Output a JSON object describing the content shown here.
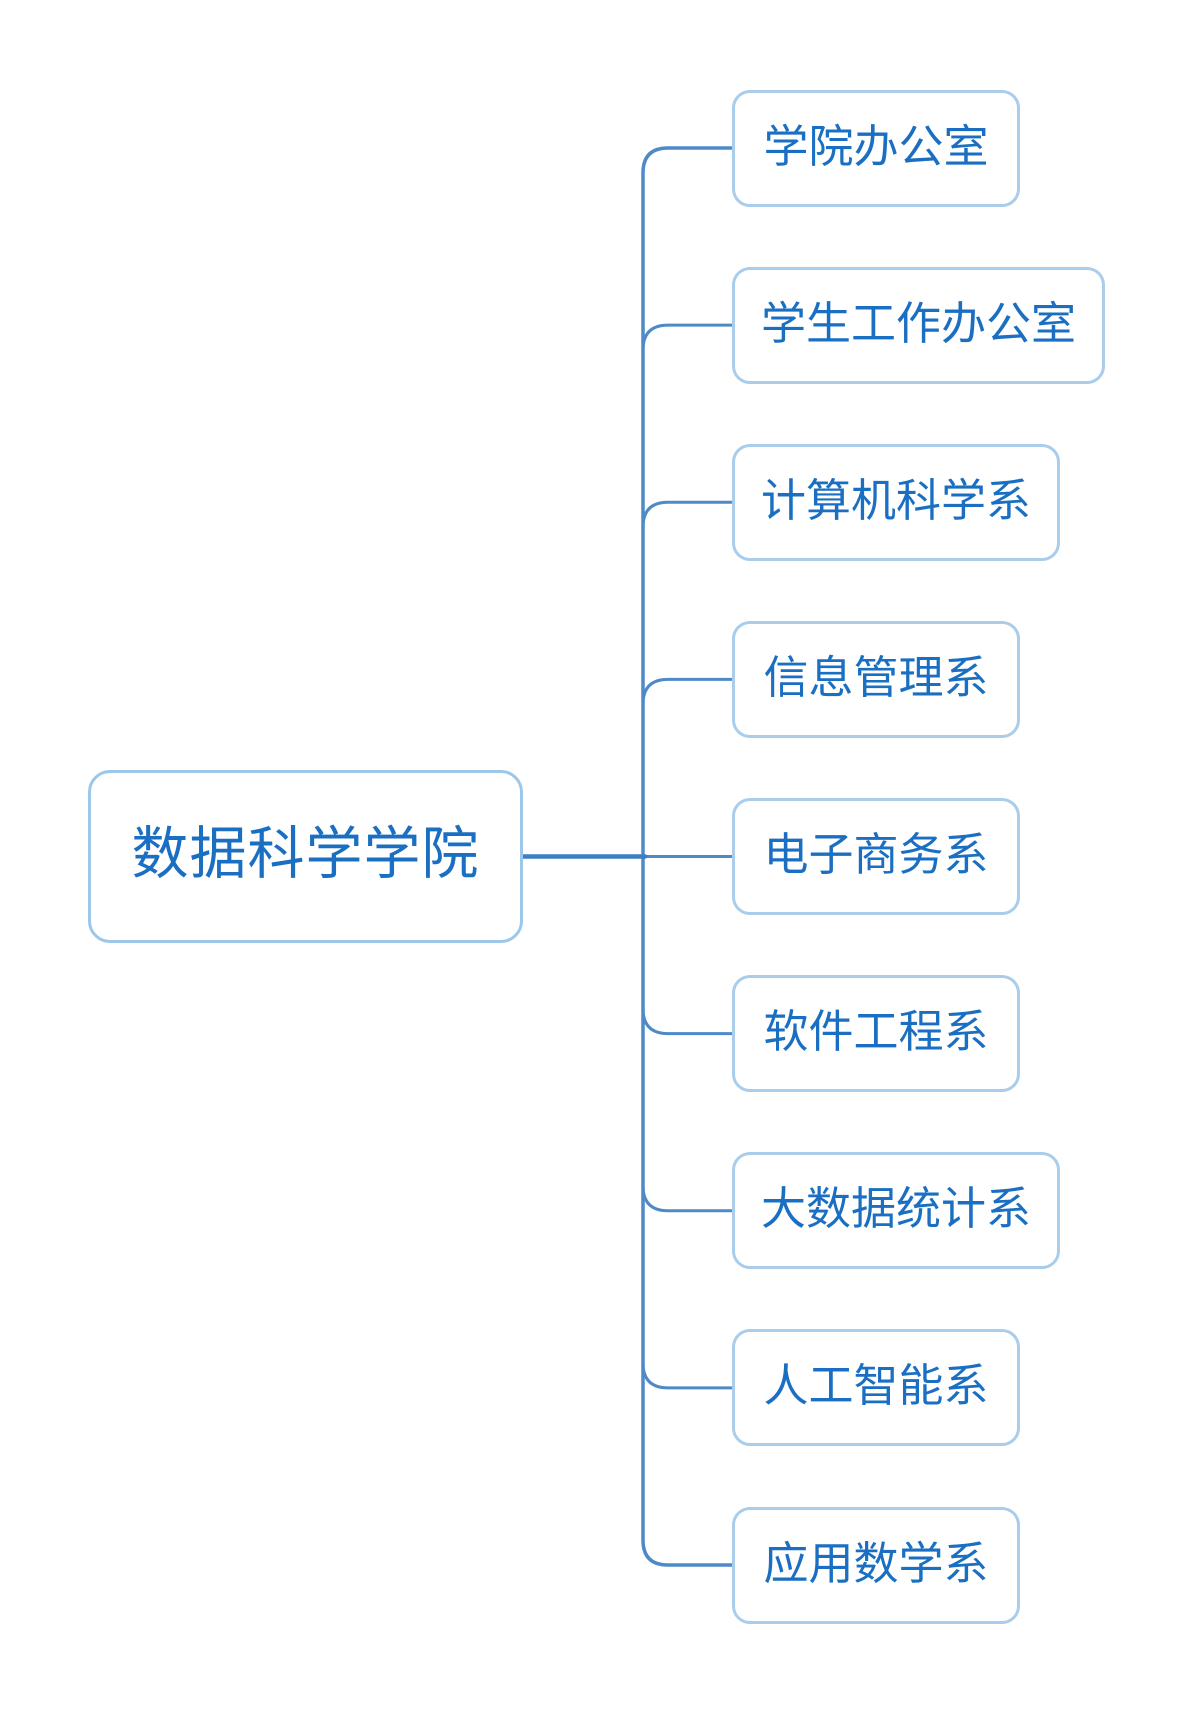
{
  "diagram": {
    "type": "mindmap-org-chart",
    "root": {
      "label": "数据科学学院"
    },
    "children": [
      {
        "label": "学院办公室"
      },
      {
        "label": "学生工作办公室"
      },
      {
        "label": "计算机科学系"
      },
      {
        "label": "信息管理系"
      },
      {
        "label": "电子商务系"
      },
      {
        "label": "软件工程系"
      },
      {
        "label": "大数据统计系"
      },
      {
        "label": "人工智能系"
      },
      {
        "label": "应用数学系"
      }
    ],
    "colors": {
      "background": "#ffffff",
      "node_text": "#1a6fc2",
      "root_border": "#9dc7e9",
      "child_border": "#a9cdeb",
      "connector": "#4e8ac8",
      "root_connector": "#3d7fc4"
    }
  }
}
